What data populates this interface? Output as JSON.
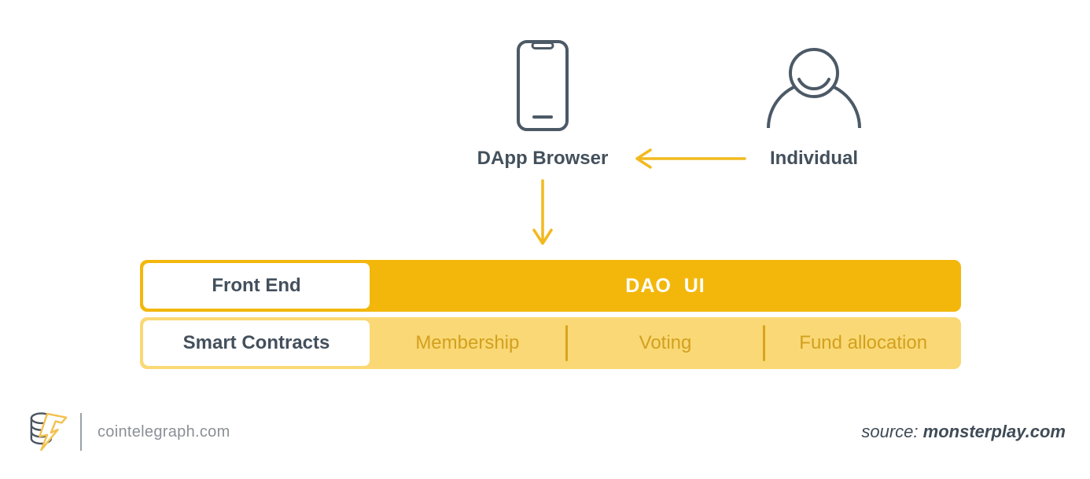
{
  "diagram": {
    "dapp_browser_label": "DApp Browser",
    "individual_label": "Individual",
    "rows": [
      {
        "label": "Front End",
        "content": "DAO  UI"
      },
      {
        "label": "Smart Contracts",
        "sections": [
          "Membership",
          "Voting",
          "Fund allocation"
        ]
      }
    ]
  },
  "footer": {
    "site": "cointelegraph.com",
    "source_prefix": "source:",
    "source_name": "monsterplay.com"
  },
  "icons": {
    "dapp_browser": "smartphone-outline-icon",
    "individual": "person-outline-icon",
    "flow_individual_to_dapp": "arrow-left-icon",
    "flow_dapp_to_dao": "arrow-down-icon",
    "brand": "cointelegraph-coin-bolt-icon"
  },
  "colors": {
    "gold": "#F3B70C",
    "light_yellow": "#FAD875",
    "gold_text": "#D2A01E",
    "divider_gold": "#D8A41C",
    "slate": "#43505C",
    "icon_slate": "#4C5966",
    "arrow": "#F2B91F",
    "gray_text": "#8A9096",
    "source_text": "#3F4B57"
  }
}
